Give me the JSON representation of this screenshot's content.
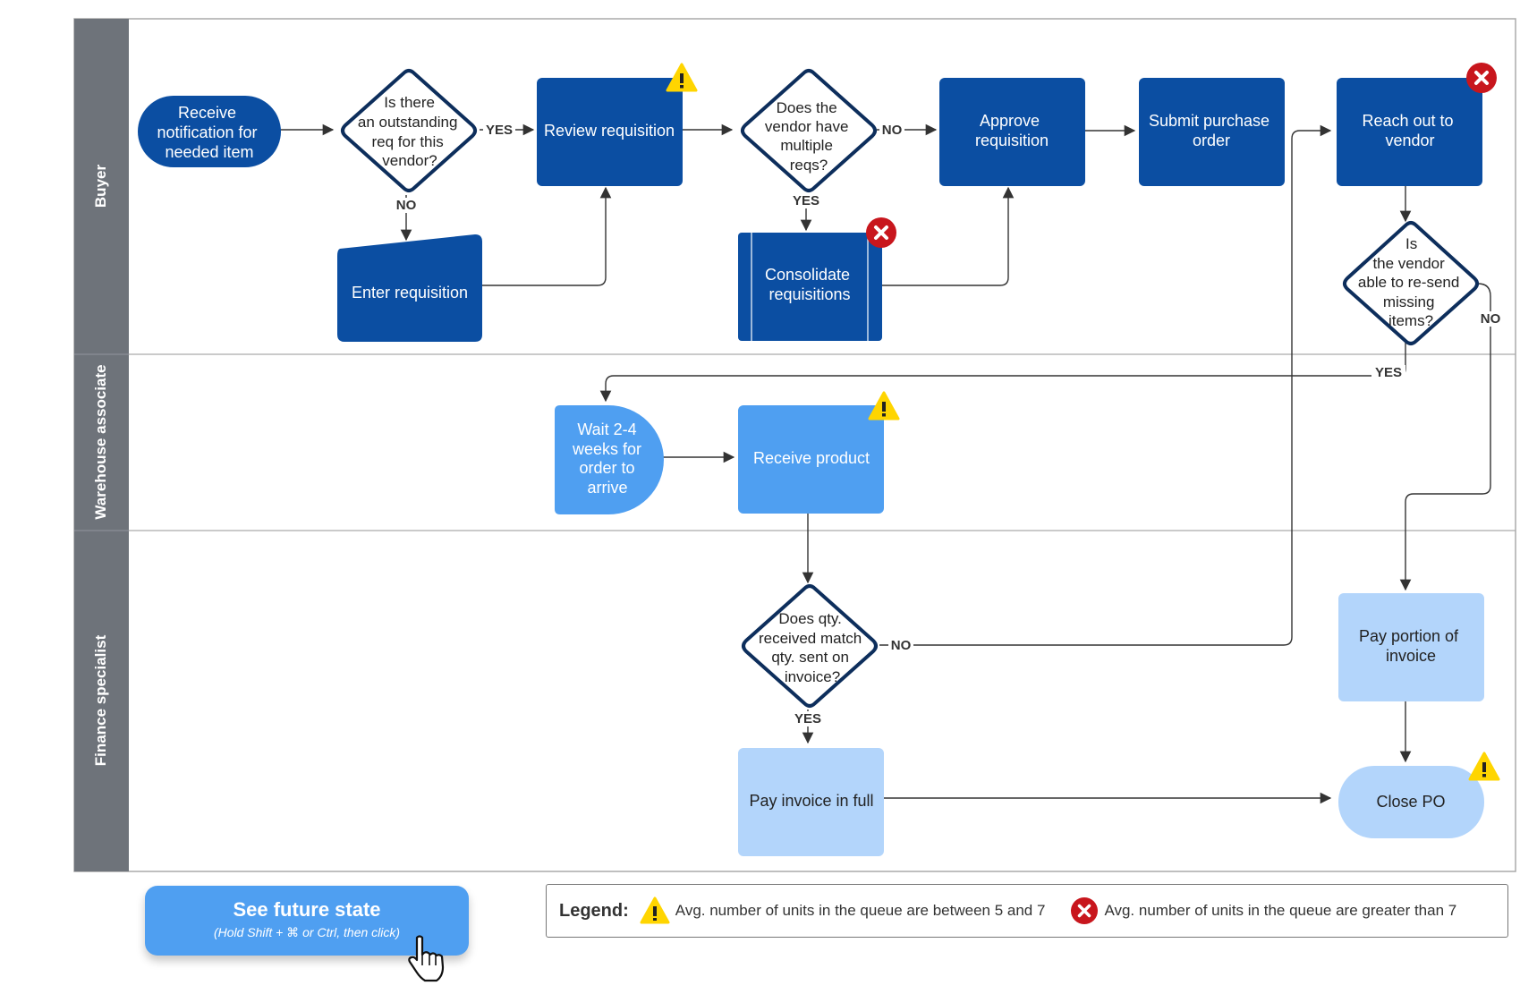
{
  "lanes": [
    {
      "id": "buyer",
      "label": "Buyer"
    },
    {
      "id": "warehouse",
      "label": "Warehouse associate"
    },
    {
      "id": "finance",
      "label": "Finance specialist"
    }
  ],
  "nodes": {
    "receive_notification": {
      "lines": [
        "Receive",
        "notification for",
        "needed item"
      ]
    },
    "outstanding_req": {
      "lines": [
        "Is there",
        "an outstanding",
        "req for this",
        "vendor?"
      ]
    },
    "enter_requisition": {
      "lines": [
        "Enter requisition"
      ]
    },
    "review_requisition": {
      "lines": [
        "Review requisition"
      ]
    },
    "multiple_reqs": {
      "lines": [
        "Does the",
        "vendor have",
        "multiple",
        "reqs?"
      ]
    },
    "consolidate": {
      "lines": [
        "Consolidate",
        "requisitions"
      ]
    },
    "approve": {
      "lines": [
        "Approve",
        "requisition"
      ]
    },
    "submit_po": {
      "lines": [
        "Submit purchase",
        "order"
      ]
    },
    "reach_out": {
      "lines": [
        "Reach out to",
        "vendor"
      ]
    },
    "resend": {
      "lines": [
        "Is",
        "the vendor",
        "able to re-send",
        "missing",
        "items?"
      ]
    },
    "wait": {
      "lines": [
        "Wait 2-4",
        "weeks for",
        "order to",
        "arrive"
      ]
    },
    "receive_product": {
      "lines": [
        "Receive product"
      ]
    },
    "qty_match": {
      "lines": [
        "Does qty.",
        "received match",
        "qty. sent on",
        "invoice?"
      ]
    },
    "pay_full": {
      "lines": [
        "Pay invoice in full"
      ]
    },
    "pay_portion": {
      "lines": [
        "Pay portion of",
        "invoice"
      ]
    },
    "close_po": {
      "lines": [
        "Close PO"
      ]
    }
  },
  "edge_labels": {
    "yes": "YES",
    "no": "NO"
  },
  "cta": {
    "title": "See future state",
    "subtitle": "(Hold Shift + ⌘ or Ctrl, then click)"
  },
  "legend": {
    "title": "Legend:",
    "warning_text": "Avg. number of units in the queue are between 5 and  7",
    "error_text": "Avg. number of units in the queue are greater than 7"
  },
  "colors": {
    "dark_blue": "#0b4ea2",
    "mid_blue": "#4f9ff1",
    "light_blue": "#b3d5fb",
    "lane_header": "#6e737a",
    "diamond_stroke": "#0d2e5c",
    "warning": "#ffd500",
    "error": "#c8161d"
  }
}
